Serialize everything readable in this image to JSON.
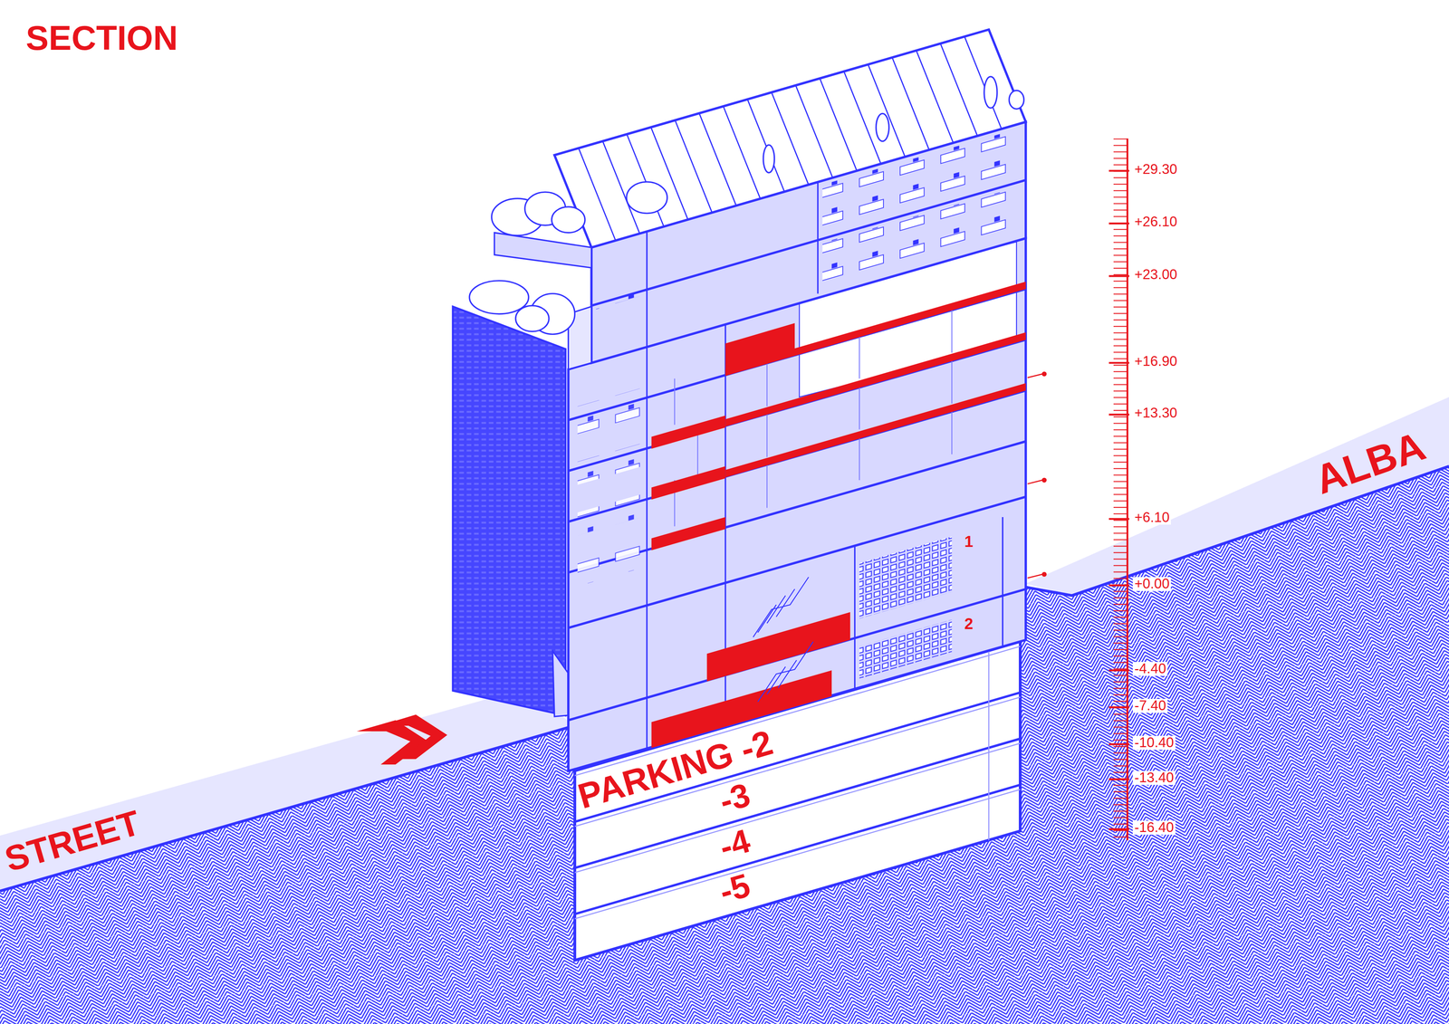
{
  "diagram": {
    "title": "SECTION",
    "labels": [
      "STREET",
      "ALBA",
      "PARKING -2",
      "-3",
      "-4",
      "-5",
      "1",
      "2",
      "+29.30",
      "+26.10",
      "+23.00",
      "+16.90",
      "+13.30",
      "+6.10",
      "+0.00",
      "-4.40",
      "-7.40",
      "-10.40",
      "-13.40",
      "-16.40"
    ]
  }
}
